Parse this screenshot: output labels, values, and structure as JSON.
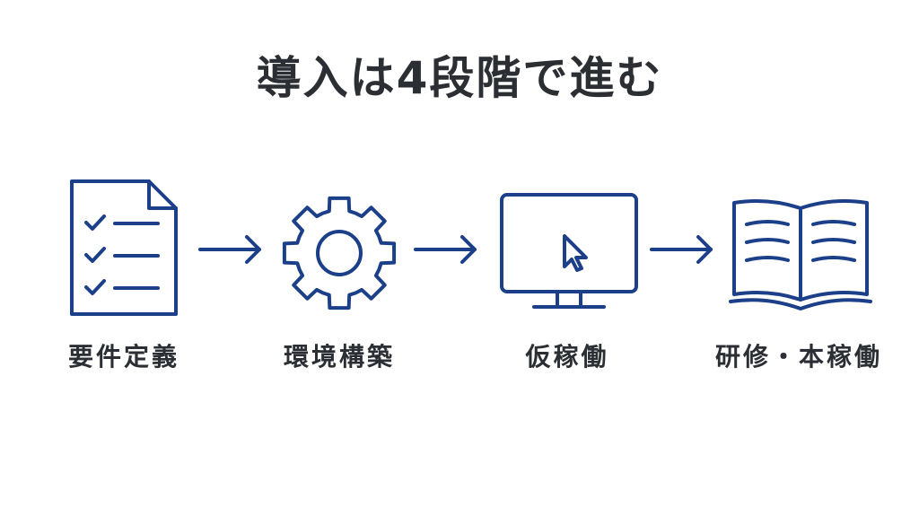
{
  "title": "導入は4段階で進む",
  "colors": {
    "accent": "#1c3f8a",
    "text": "#2b2e33"
  },
  "steps": [
    {
      "icon": "checklist-document-icon",
      "label": "要件定義"
    },
    {
      "icon": "gear-icon",
      "label": "環境構築"
    },
    {
      "icon": "monitor-cursor-icon",
      "label": "仮稼働"
    },
    {
      "icon": "open-book-icon",
      "label": "研修・本稼働"
    }
  ]
}
